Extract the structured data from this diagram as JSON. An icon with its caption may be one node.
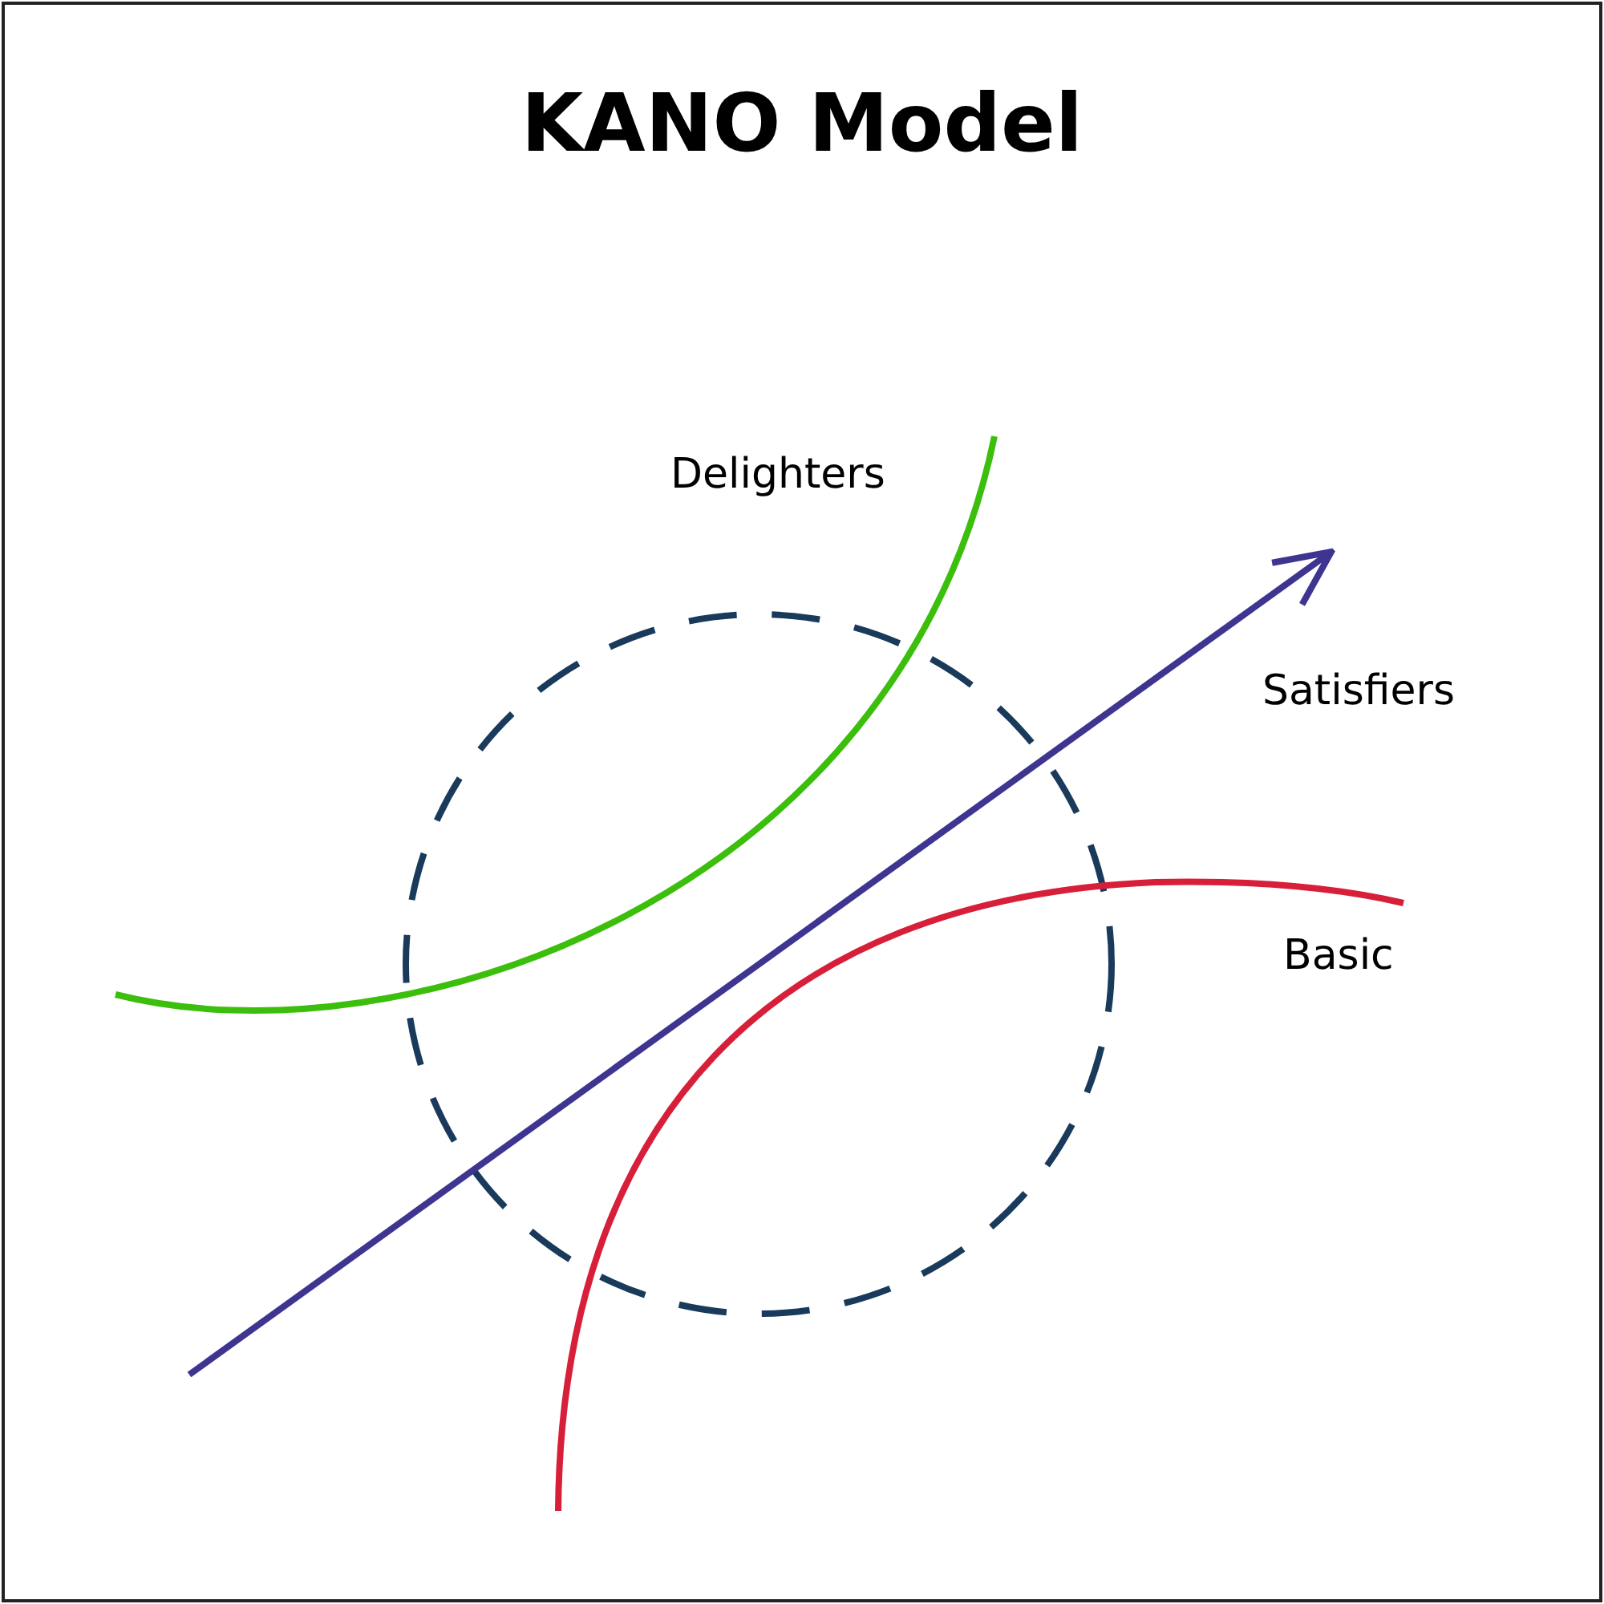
{
  "diagram": {
    "title": "KANO Model",
    "labels": [
      "Delighters",
      "Satisfiers",
      "Basic"
    ]
  }
}
